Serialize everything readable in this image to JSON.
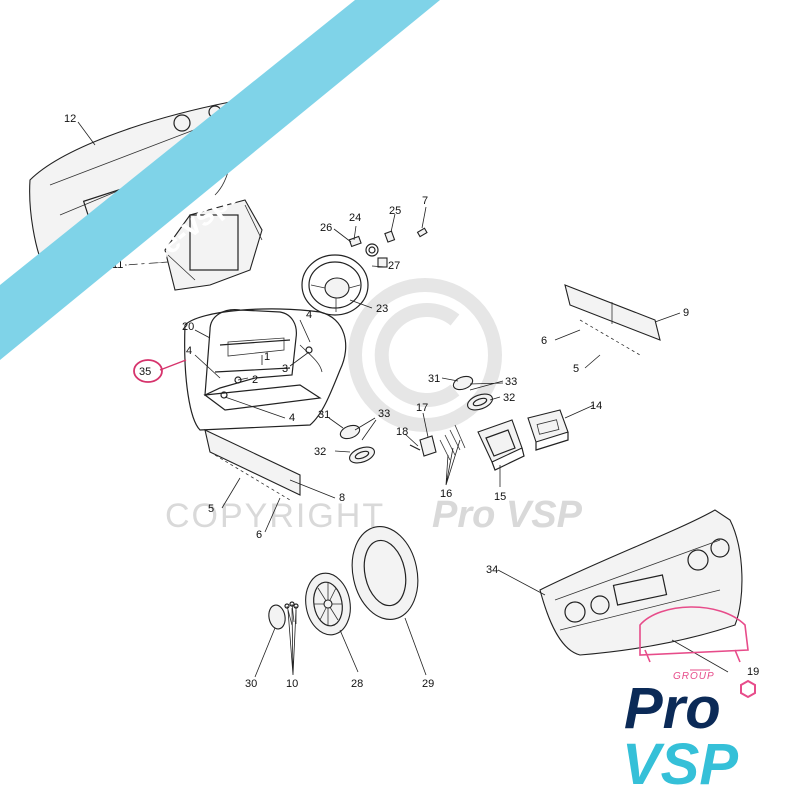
{
  "watermark": {
    "banner_text": "pro-piece-vsp.com",
    "copyright_word": "COPYRIGHT",
    "copyright_brand": "Pro VSP",
    "copyright_symbol": "©"
  },
  "logo": {
    "group_label": "GROUP",
    "pro_label": "Pro",
    "vsp_label": "VSP",
    "accent_color": "#e74c8a",
    "navy_color": "#0b2a57",
    "cyan_color": "#35c0d8"
  },
  "highlight": {
    "callout": "35",
    "color": "#d6336c"
  },
  "callouts": {
    "c1": "1",
    "c2": "2",
    "c3": "3",
    "c4a": "4",
    "c4b": "4",
    "c4c": "4",
    "c5a": "5",
    "c5b": "5",
    "c6a": "6",
    "c6b": "6",
    "c7": "7",
    "c8": "8",
    "c9": "9",
    "c10": "10",
    "c12": "12",
    "c14": "14",
    "c15": "15",
    "c16": "16",
    "c17": "17",
    "c18": "18",
    "c19": "19",
    "c20": "20",
    "c23": "23",
    "c24": "24",
    "c25": "25",
    "c26": "26",
    "c27": "27",
    "c28": "28",
    "c29": "29",
    "c30": "30",
    "c31a": "31",
    "c31b": "31",
    "c32a": "32",
    "c32b": "32",
    "c33a": "33",
    "c33b": "33",
    "c34": "34",
    "c11": "11"
  }
}
